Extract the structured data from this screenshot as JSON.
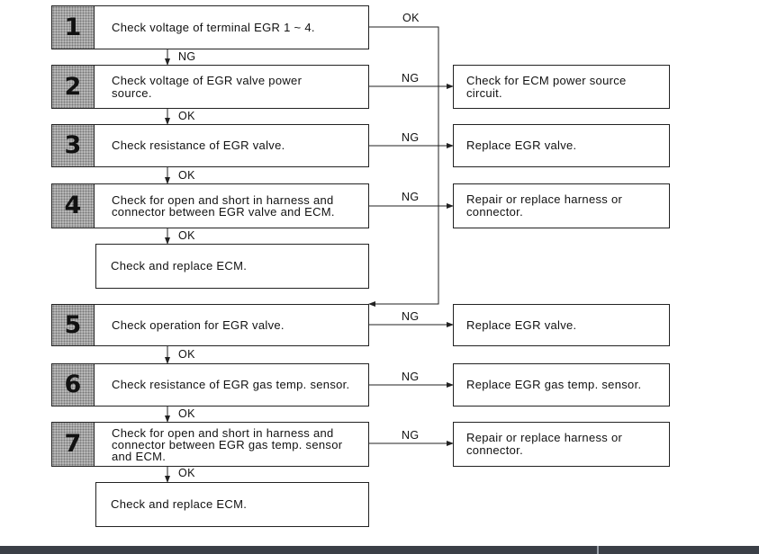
{
  "steps": [
    {
      "num": "1",
      "text": "Check voltage of terminal EGR 1 ~ 4."
    },
    {
      "num": "2",
      "text": "Check voltage of EGR valve power source."
    },
    {
      "num": "3",
      "text": "Check resistance of EGR valve."
    },
    {
      "num": "4",
      "text": "Check for open and short in harness and connector between EGR valve and ECM."
    },
    {
      "num": "5",
      "text": "Check operation for EGR valve."
    },
    {
      "num": "6",
      "text": "Check resistance of EGR gas temp. sensor."
    },
    {
      "num": "7",
      "text": "Check for open and short in harness and connector between EGR gas temp. sensor and ECM."
    }
  ],
  "finals": [
    {
      "text": "Check and replace ECM."
    },
    {
      "text": "Check and replace ECM."
    }
  ],
  "results": [
    {
      "text": "Check for ECM power source circuit."
    },
    {
      "text": "Replace EGR valve."
    },
    {
      "text": "Repair or replace harness or connector."
    },
    {
      "text": "Replace EGR valve."
    },
    {
      "text": "Replace EGR gas temp. sensor."
    },
    {
      "text": "Repair or replace harness or connector."
    }
  ],
  "labels": {
    "ok": "OK",
    "ng": "NG"
  }
}
